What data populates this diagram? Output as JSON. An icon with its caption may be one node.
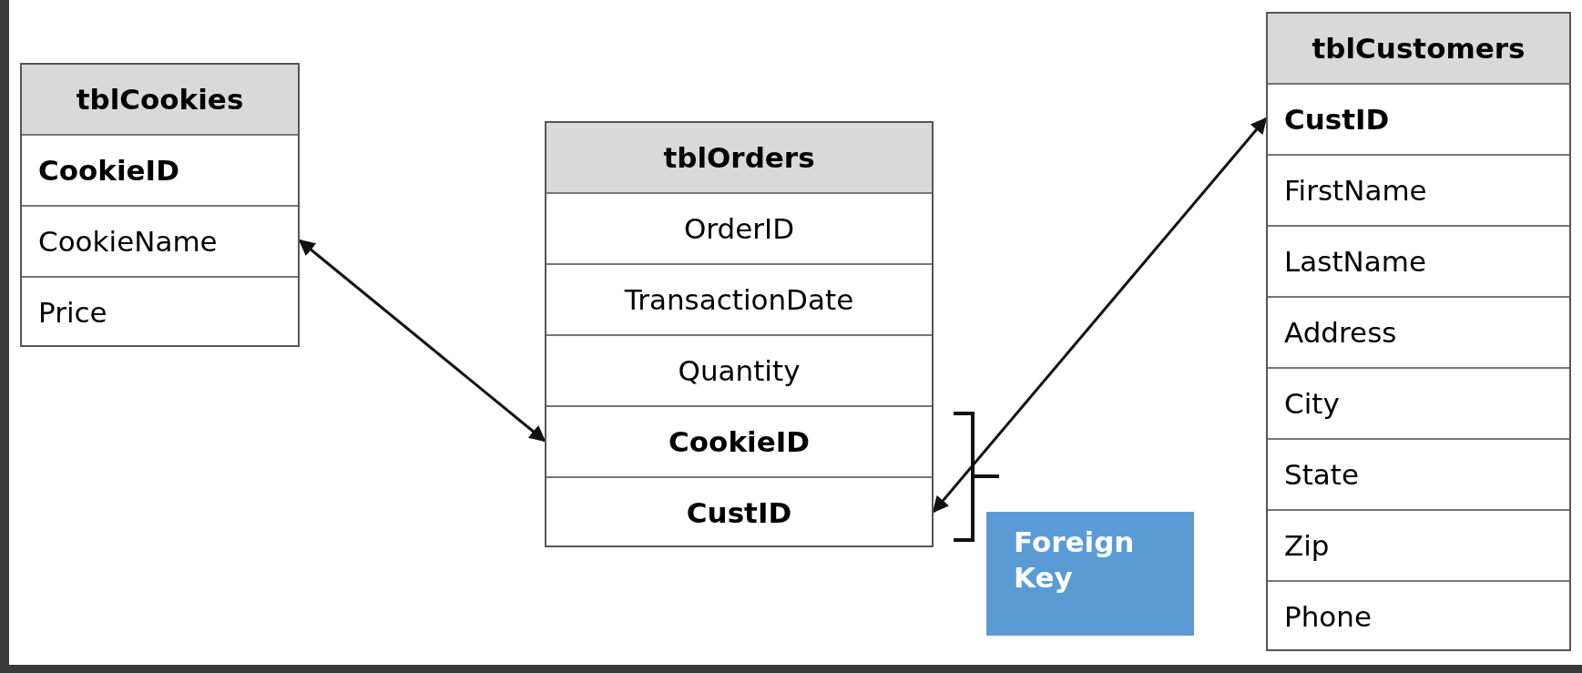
{
  "diagram": {
    "nodes": [
      {
        "text": [
          "tblCookies"
        ]
      },
      {
        "text": [
          "CookieID"
        ],
        "in": 0
      },
      {
        "text": [
          "CookieName"
        ],
        "in": 0
      },
      {
        "text": [
          "Price"
        ],
        "in": 0
      },
      {
        "text": [
          "tblOrders"
        ]
      },
      {
        "text": [
          "OrderID"
        ],
        "in": 4
      },
      {
        "text": [
          "TransactionDate"
        ],
        "in": 4
      },
      {
        "text": [
          "Quantity"
        ],
        "in": 4
      },
      {
        "text": [
          "CookieID"
        ],
        "in": 4
      },
      {
        "text": [
          "CustID"
        ],
        "in": 4
      },
      {
        "text": [
          "tblCustomers"
        ]
      },
      {
        "text": [
          "CustID"
        ],
        "in": 10
      },
      {
        "text": [
          "FirstName"
        ],
        "in": 10
      },
      {
        "text": [
          "LastName"
        ],
        "in": 10
      },
      {
        "text": [
          "Address"
        ],
        "in": 10
      },
      {
        "text": [
          "City"
        ],
        "in": 10
      },
      {
        "text": [
          "State"
        ],
        "in": 10
      },
      {
        "text": [
          "Zip"
        ],
        "in": 10
      },
      {
        "text": [
          "Phone"
        ],
        "in": 10
      },
      {
        "text": [
          "Foreign Key"
        ]
      }
    ],
    "edges": [
      {
        "from": 2,
        "to": 8,
        "arrow": "both"
      },
      {
        "from": 11,
        "to": 9,
        "arrow": "both"
      }
    ]
  }
}
